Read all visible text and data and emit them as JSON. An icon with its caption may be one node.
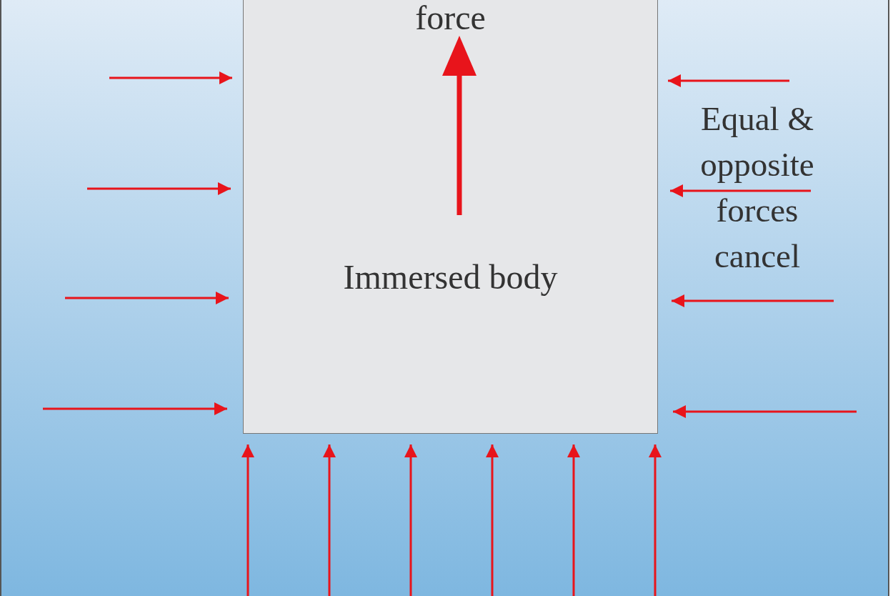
{
  "diagram": {
    "nodes": [
      {
        "text": [
          "force",
          "Immersed body"
        ]
      }
    ],
    "labels": [
      "Equal & opposite forces cancel"
    ]
  }
}
